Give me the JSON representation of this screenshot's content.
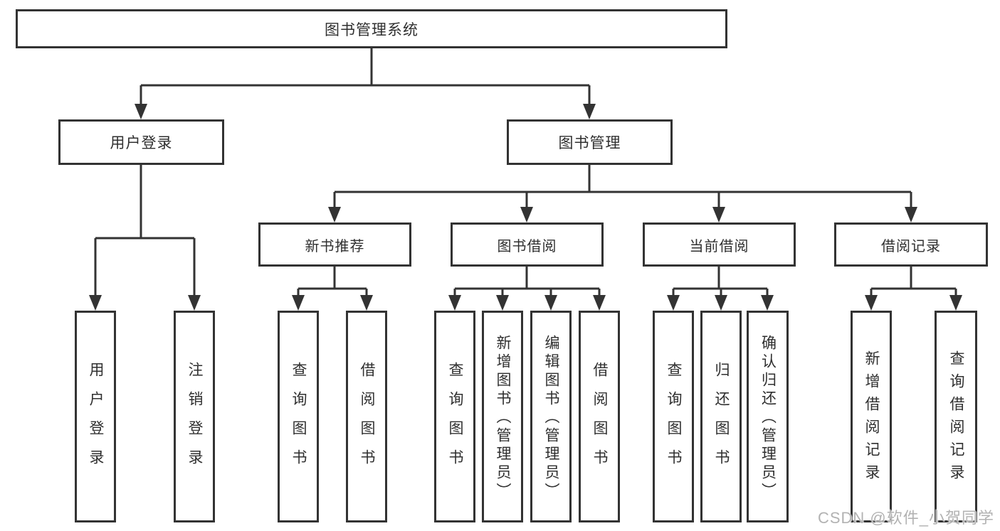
{
  "diagram": {
    "title": "图书管理系统",
    "level2": [
      "用户登录",
      "图书管理"
    ],
    "level3": [
      "新书推荐",
      "图书借阅",
      "当前借阅",
      "借阅记录"
    ],
    "leaves": {
      "login": [
        "用户登录",
        "注销登录"
      ],
      "newbook": [
        "查询图书",
        "借阅图书"
      ],
      "borrow": [
        "查询图书",
        "新增图书（管理员）",
        "编辑图书（管理员）",
        "借阅图书"
      ],
      "current": [
        "查询图书",
        "归还图书",
        "确认归还（管理员）"
      ],
      "records": [
        "新增借阅记录",
        "查询借阅记录"
      ]
    }
  },
  "watermark": "CSDN @软件_小贺同学",
  "colors": {
    "line": "#333333",
    "text": "#2f2f2f",
    "watermark": "#b2b2b2",
    "background": "#ffffff"
  }
}
